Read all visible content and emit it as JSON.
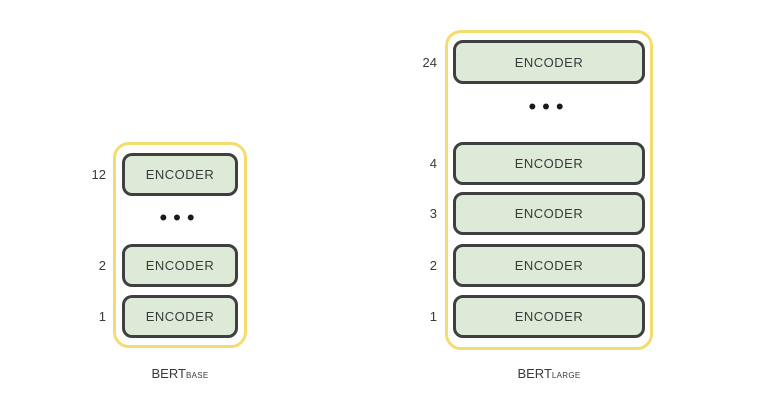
{
  "colors": {
    "frame": "#f5dc6e",
    "encoder_fill": "#dcead7",
    "encoder_border": "#3f3f3f"
  },
  "base": {
    "caption_main": "BERT",
    "caption_sub": "BASE",
    "layers": [
      {
        "index": "12",
        "label": "ENCODER"
      },
      {
        "index": "2",
        "label": "ENCODER"
      },
      {
        "index": "1",
        "label": "ENCODER"
      }
    ],
    "ellipsis": "•••"
  },
  "large": {
    "caption_main": "BERT",
    "caption_sub": "LARGE",
    "layers": [
      {
        "index": "24",
        "label": "ENCODER"
      },
      {
        "index": "4",
        "label": "ENCODER"
      },
      {
        "index": "3",
        "label": "ENCODER"
      },
      {
        "index": "2",
        "label": "ENCODER"
      },
      {
        "index": "1",
        "label": "ENCODER"
      }
    ],
    "ellipsis": "•••"
  }
}
